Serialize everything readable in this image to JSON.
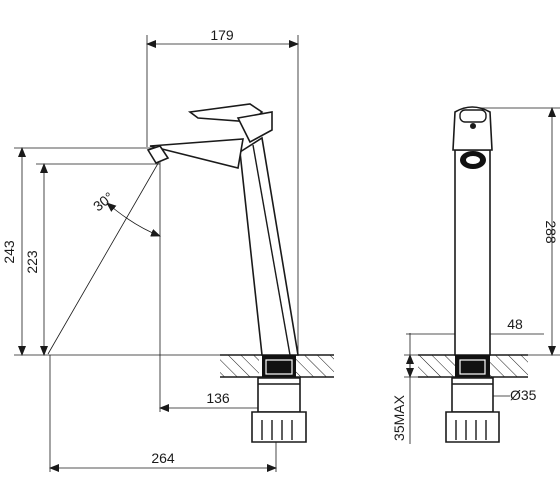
{
  "dimensions": {
    "width_top": "179",
    "angle": "30°",
    "height_243": "243",
    "height_223": "223",
    "projection_136": "136",
    "projection_264": "264",
    "height_288": "288",
    "depth_48": "48",
    "diameter_35": "Ø35",
    "max_35": "35MAX"
  }
}
